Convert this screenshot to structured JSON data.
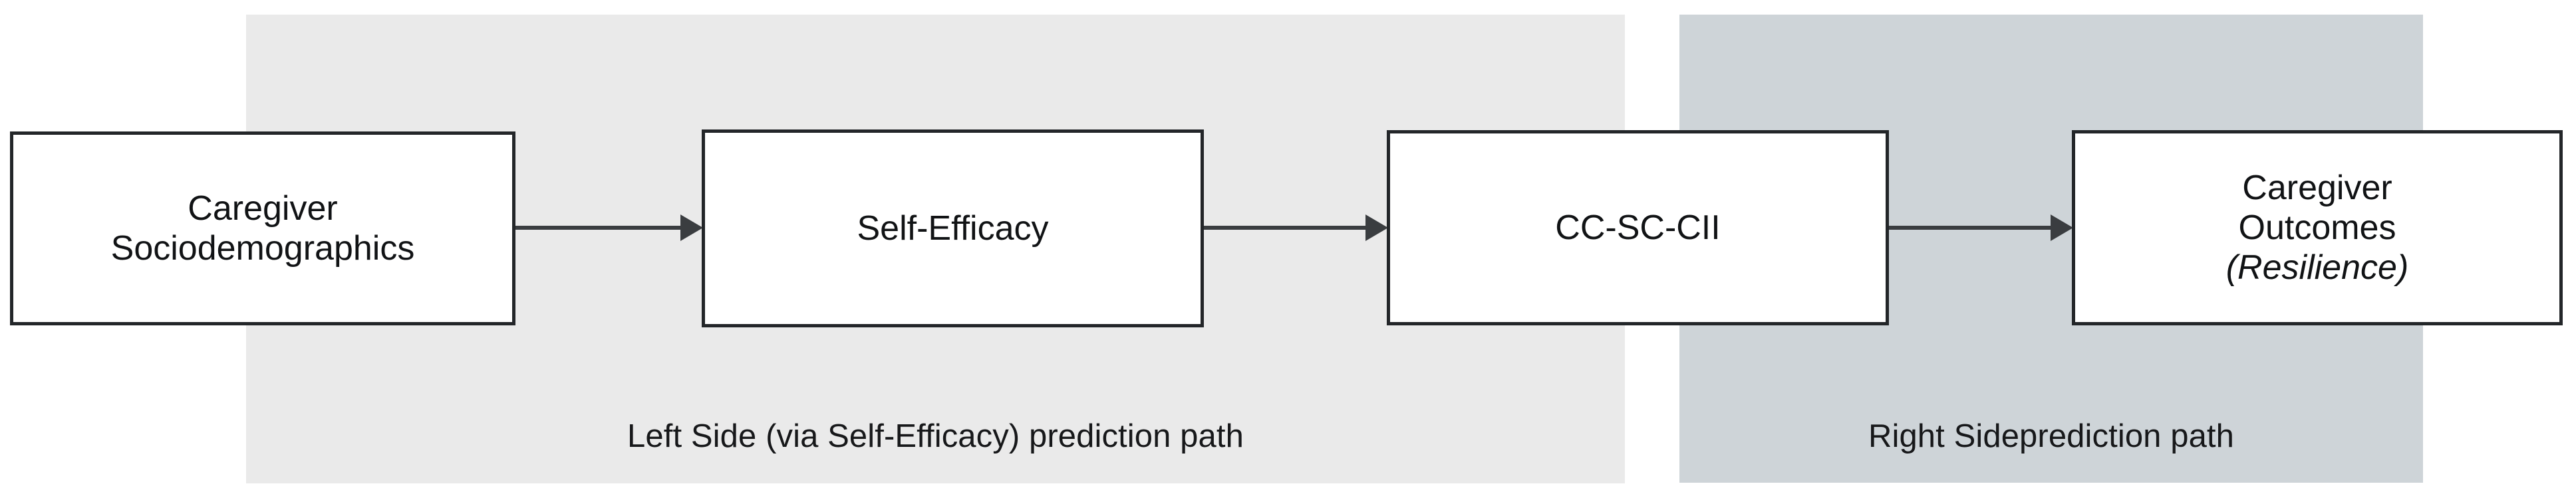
{
  "diagram": {
    "type": "flow-diagram",
    "orientation": "left-to-right",
    "background_color": "#ffffff",
    "groups": [
      {
        "id": "left-path",
        "caption": "Left Side (via Self-Efficacy) prediction path",
        "fill_color": "#eaeaea"
      },
      {
        "id": "right-path",
        "caption": "Right Sideprediction path",
        "fill_color": "#ced4d8"
      }
    ],
    "nodes": [
      {
        "id": "caregiver-sociodemographics",
        "label": "Caregiver\nSociodemographics",
        "sub_label": "",
        "fill_color": "#ffffff",
        "border_color": "#232629",
        "text_color": "#111315"
      },
      {
        "id": "self-efficacy",
        "label": "Self-Efficacy",
        "sub_label": "",
        "fill_color": "#ffffff",
        "border_color": "#232629",
        "text_color": "#111315"
      },
      {
        "id": "cc-sc-cii",
        "label": "CC-SC-CII",
        "sub_label": "",
        "fill_color": "#ffffff",
        "border_color": "#232629",
        "text_color": "#111315"
      },
      {
        "id": "caregiver-outcomes",
        "label": "Caregiver\nOutcomes",
        "sub_label": "(Resilience)",
        "fill_color": "#ffffff",
        "border_color": "#232629",
        "text_color": "#111315"
      }
    ],
    "connectors": [
      {
        "id": "arrow-1",
        "from": "caregiver-sociodemographics",
        "to": "self-efficacy",
        "style": "solid-arrow",
        "color": "#3a3d40"
      },
      {
        "id": "arrow-2",
        "from": "self-efficacy",
        "to": "cc-sc-cii",
        "style": "solid-arrow",
        "color": "#3a3d40"
      },
      {
        "id": "arrow-3",
        "from": "cc-sc-cii",
        "to": "caregiver-outcomes",
        "style": "solid-arrow",
        "color": "#3a3d40"
      }
    ]
  }
}
